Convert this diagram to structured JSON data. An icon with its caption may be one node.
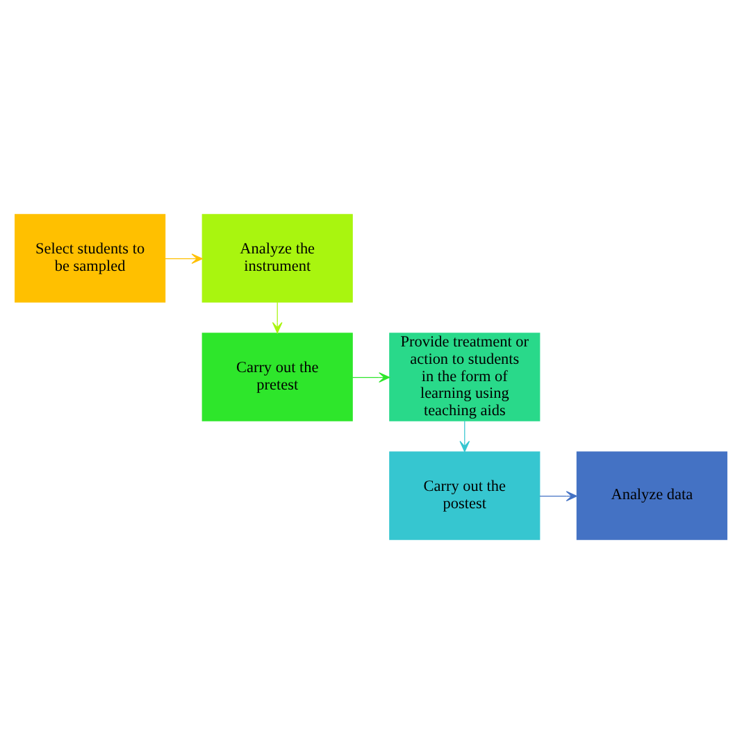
{
  "diagram": {
    "nodes": [
      {
        "text": [
          "Select students to be sampled"
        ]
      },
      {
        "text": [
          "Analyze the instrument"
        ]
      },
      {
        "text": [
          "Carry out the pretest"
        ]
      },
      {
        "text": [
          "Provide treatment or action to students in the form of learning using teaching aids"
        ]
      },
      {
        "text": [
          "Carry out the postest"
        ]
      },
      {
        "text": [
          "Analyze data"
        ]
      }
    ],
    "edges": [
      {
        "from": 0,
        "to": 1,
        "arrow": "to",
        "color": "#ffc000"
      },
      {
        "from": 1,
        "to": 2,
        "arrow": "to",
        "color": "#a9f50f"
      },
      {
        "from": 2,
        "to": 3,
        "arrow": "to",
        "color": "#2ee62b"
      },
      {
        "from": 3,
        "to": 4,
        "arrow": "to",
        "color": "#36c6d0"
      },
      {
        "from": 4,
        "to": 5,
        "arrow": "to",
        "color": "#4472c4"
      }
    ]
  }
}
